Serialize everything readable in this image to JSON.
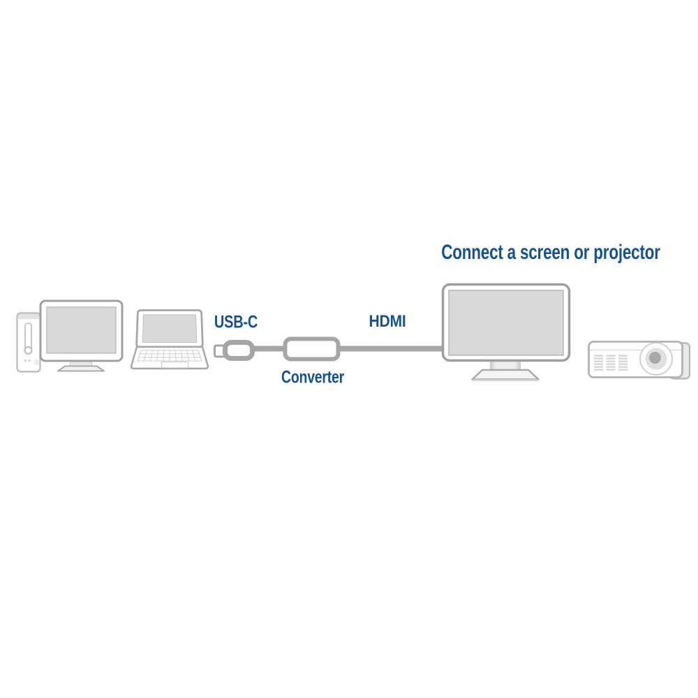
{
  "diagram_title": "Connect a screen or projector",
  "connection": {
    "source_connector_label": "USB-C",
    "device_label": "Converter",
    "output_connector_label": "HDMI"
  },
  "colors": {
    "label_blue": "#17518e",
    "device_outline_gray": "#a6a6a6",
    "screen_fill_gray": "#d9d9d9",
    "background": "#ffffff"
  }
}
